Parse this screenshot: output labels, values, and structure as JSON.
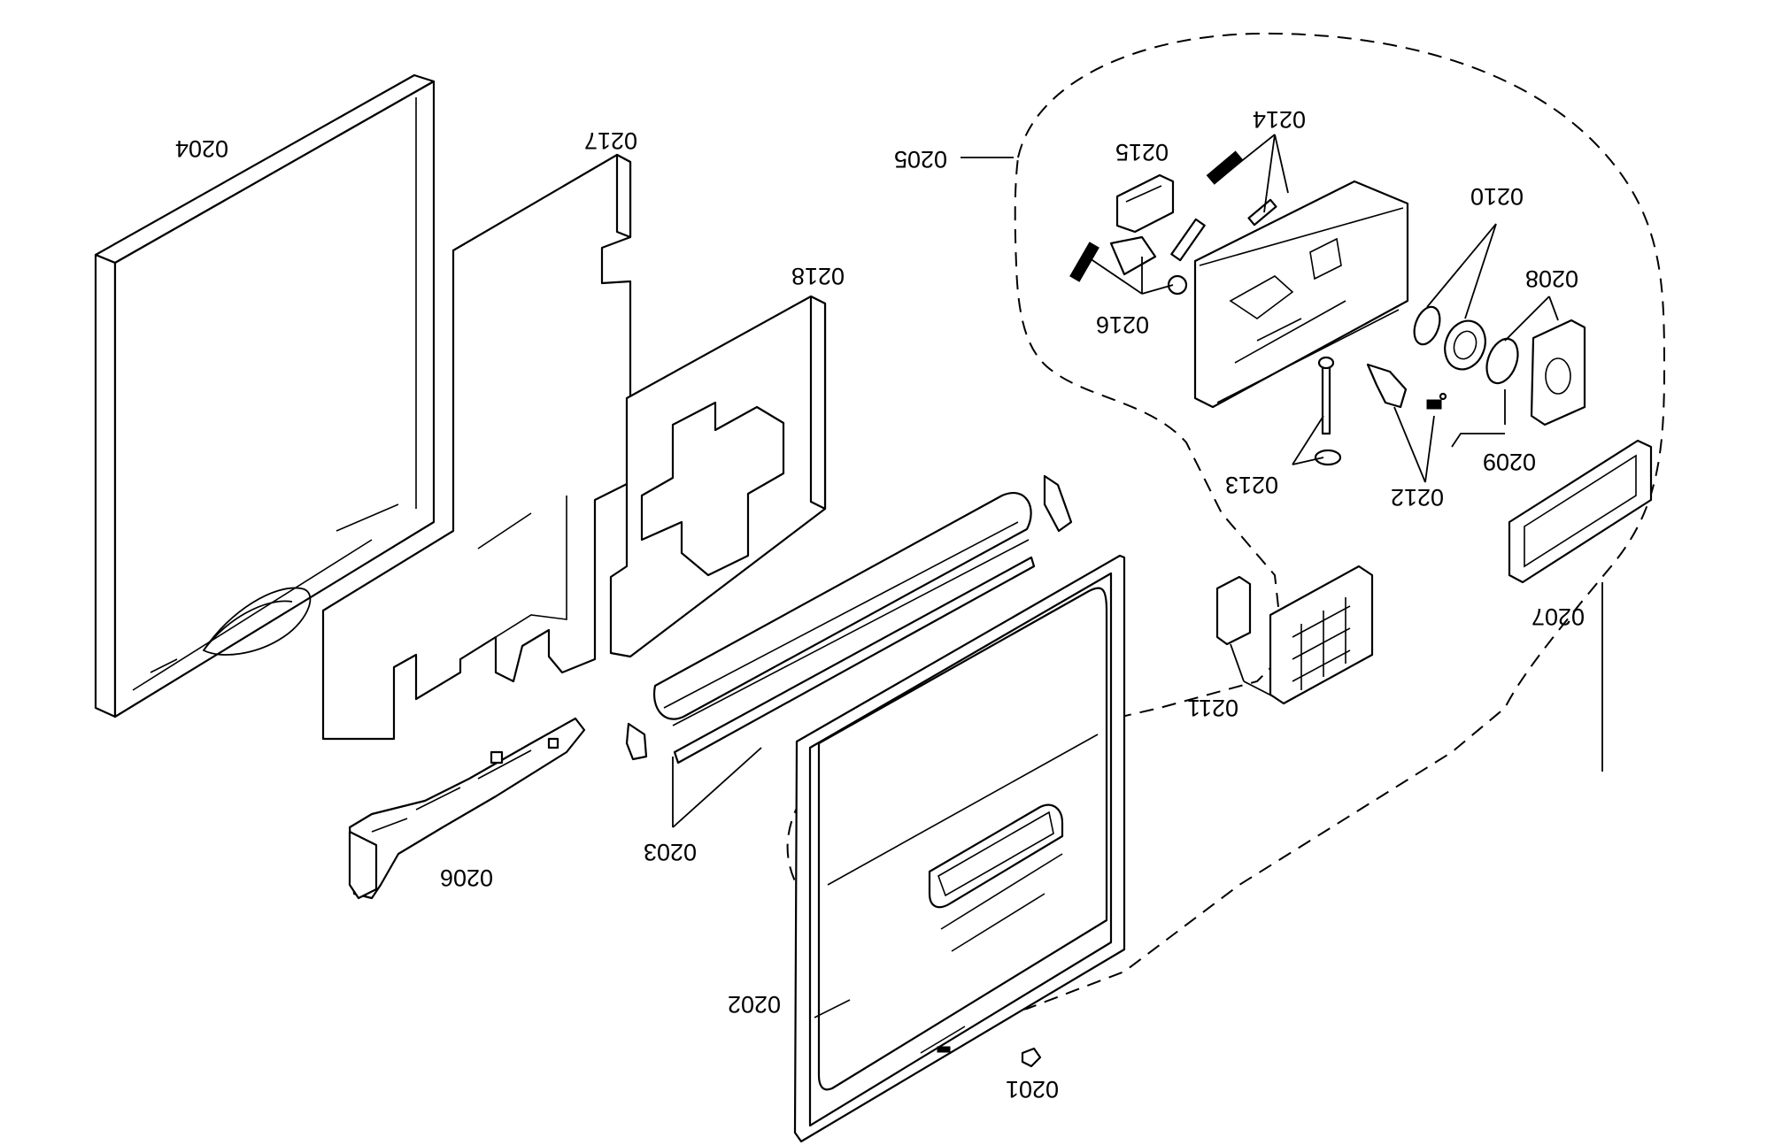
{
  "diagram": {
    "orientation": "rotated 180 degrees",
    "callouts": {
      "p0201": "0201",
      "p0202": "0202",
      "p0203": "0203",
      "p0204": "0204",
      "p0205": "0205",
      "p0206": "0206",
      "p0207": "0207",
      "p0208": "0208",
      "p0209": "0209",
      "p0210": "0210",
      "p0211": "0211",
      "p0212": "0212",
      "p0213": "0213",
      "p0214": "0214",
      "p0215": "0215",
      "p0216": "0216",
      "p0217": "0217",
      "p0218": "0218"
    }
  }
}
